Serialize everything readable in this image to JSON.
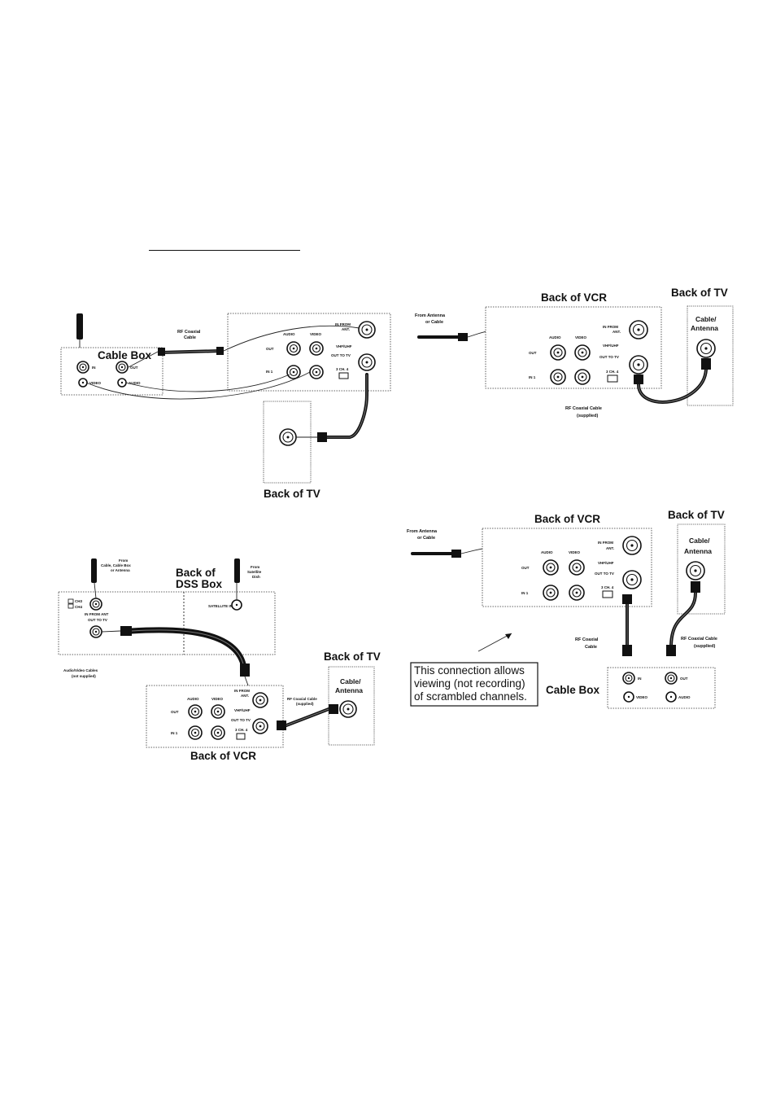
{
  "diagram1": {
    "cable_box": "Cable Box",
    "in": "IN",
    "out": "OUT",
    "video": "VIDEO",
    "audio": "AUDIO",
    "rf_cable": "RF Coaxial",
    "rf_cable2": "Cable",
    "vcr_audio": "AUDIO",
    "vcr_video": "VIDEO",
    "vcr_out": "OUT",
    "vcr_in1": "IN 1",
    "in_from_ant": "IN FROM",
    "in_from_ant2": "ANT.",
    "vhf_uhf": "VHF/UHF",
    "out_to_tv": "OUT TO TV",
    "ch_switch": "3 CH. 4",
    "back_tv": "Back of TV"
  },
  "diagram2": {
    "from_antenna": "From Antenna",
    "or_cable": "or Cable",
    "back_vcr": "Back of VCR",
    "back_tv": "Back of TV",
    "cable_antenna": "Cable/",
    "cable_antenna2": "Antenna",
    "audio": "AUDIO",
    "video": "VIDEO",
    "out": "OUT",
    "in1": "IN 1",
    "in_from_ant": "IN FROM",
    "in_from_ant2": "ANT.",
    "vhf_uhf": "VHF/UHF",
    "out_to_tv": "OUT TO TV",
    "ch_switch": "3 CH. 4",
    "rf_cable": "RF Coaxial Cable",
    "supplied": "(supplied)"
  },
  "diagram3": {
    "from_cable": "From",
    "from_cable2": "Cable, Cable Box",
    "from_cable3": "or Antenna",
    "back_dss": "Back of",
    "back_dss2": "DSS Box",
    "from_dish": "From",
    "from_dish2": "Satellite",
    "from_dish3": "Dish",
    "dss_in_from_ant": "IN FROM ANT",
    "dss_out_to_tv": "OUT TO TV",
    "satellite_in": "SATELLITE IN",
    "ch3": "CH3",
    "ch4": "CH4",
    "av_cables": "Audio/Video Cables",
    "not_supplied": "(not supplied)",
    "back_tv": "Back of TV",
    "cable_antenna": "Cable/",
    "cable_antenna2": "Antenna",
    "rf_cable": "RF Coaxial Cable",
    "supplied": "(supplied)",
    "audio": "AUDIO",
    "video": "VIDEO",
    "out": "OUT",
    "in1": "IN 1",
    "in_from_ant": "IN FROM",
    "in_from_ant2": "ANT.",
    "vhf_uhf": "VHF/UHF",
    "out_to_tv": "OUT TO TV",
    "ch_switch": "3 CH. 4",
    "back_vcr": "Back of VCR"
  },
  "diagram4": {
    "from_antenna": "From Antenna",
    "or_cable": "or Cable",
    "back_vcr": "Back of VCR",
    "back_tv": "Back of TV",
    "cable_antenna": "Cable/",
    "cable_antenna2": "Antenna",
    "audio": "AUDIO",
    "video": "VIDEO",
    "out": "OUT",
    "in1": "IN 1",
    "in_from_ant": "IN FROM",
    "in_from_ant2": "ANT.",
    "vhf_uhf": "VHF/UHF",
    "out_to_tv": "OUT TO TV",
    "ch_switch": "3 CH. 4",
    "rf_coax": "RF Coaxial",
    "rf_coax2": "Cable",
    "rf_cable_supplied": "RF Coaxial Cable",
    "supplied": "(supplied)",
    "note1": "This connection allows",
    "note2": "viewing (not recording)",
    "note3": "of scrambled channels.",
    "cable_box": "Cable Box",
    "in": "IN",
    "out_cb": "OUT",
    "video_cb": "VIDEO",
    "audio_cb": "AUDIO"
  }
}
